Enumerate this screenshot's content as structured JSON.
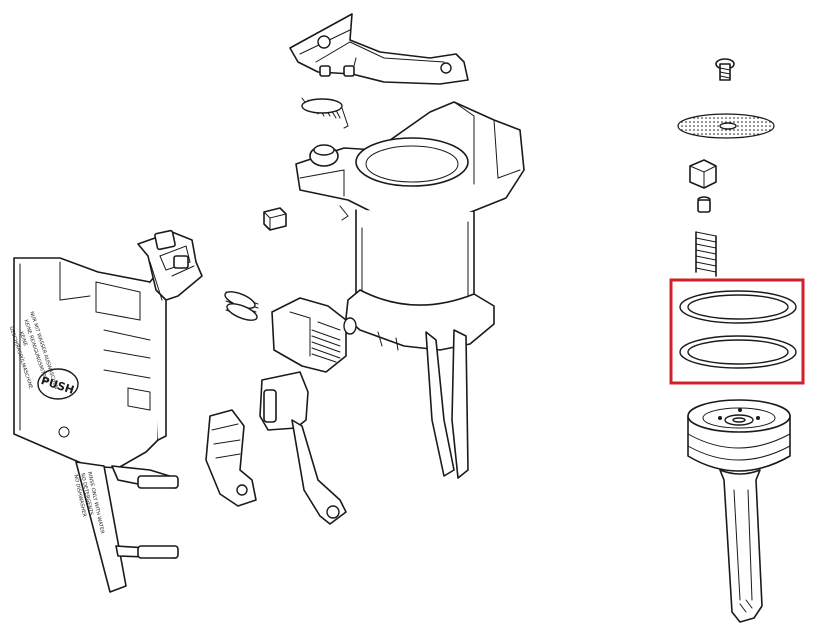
{
  "housing": {
    "push_label": "PUSH",
    "warning_lines": [
      "NUR MIT WASSER AUSWASCHEN",
      "KEINE REINIGUNGSMITTEL",
      "KEINE",
      "GESCHIRRSPÜLMASCHINE"
    ],
    "lever_lines": [
      "RINSE ONLY WITH WATER",
      "NO DETERGENTS",
      "NO DISHWASHER"
    ]
  },
  "colors": {
    "line": "#1a1a1a",
    "background": "#ffffff",
    "highlight": "#d0202a"
  },
  "highlight": {
    "subject": "o-ring-pair"
  }
}
